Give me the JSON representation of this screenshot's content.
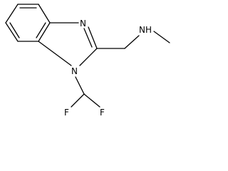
{
  "structure": {
    "atoms": {
      "imine_n": "N",
      "ring_n": "N",
      "amine_n": "NH",
      "fluorine_top": "F",
      "fluorine_right": "F"
    }
  }
}
